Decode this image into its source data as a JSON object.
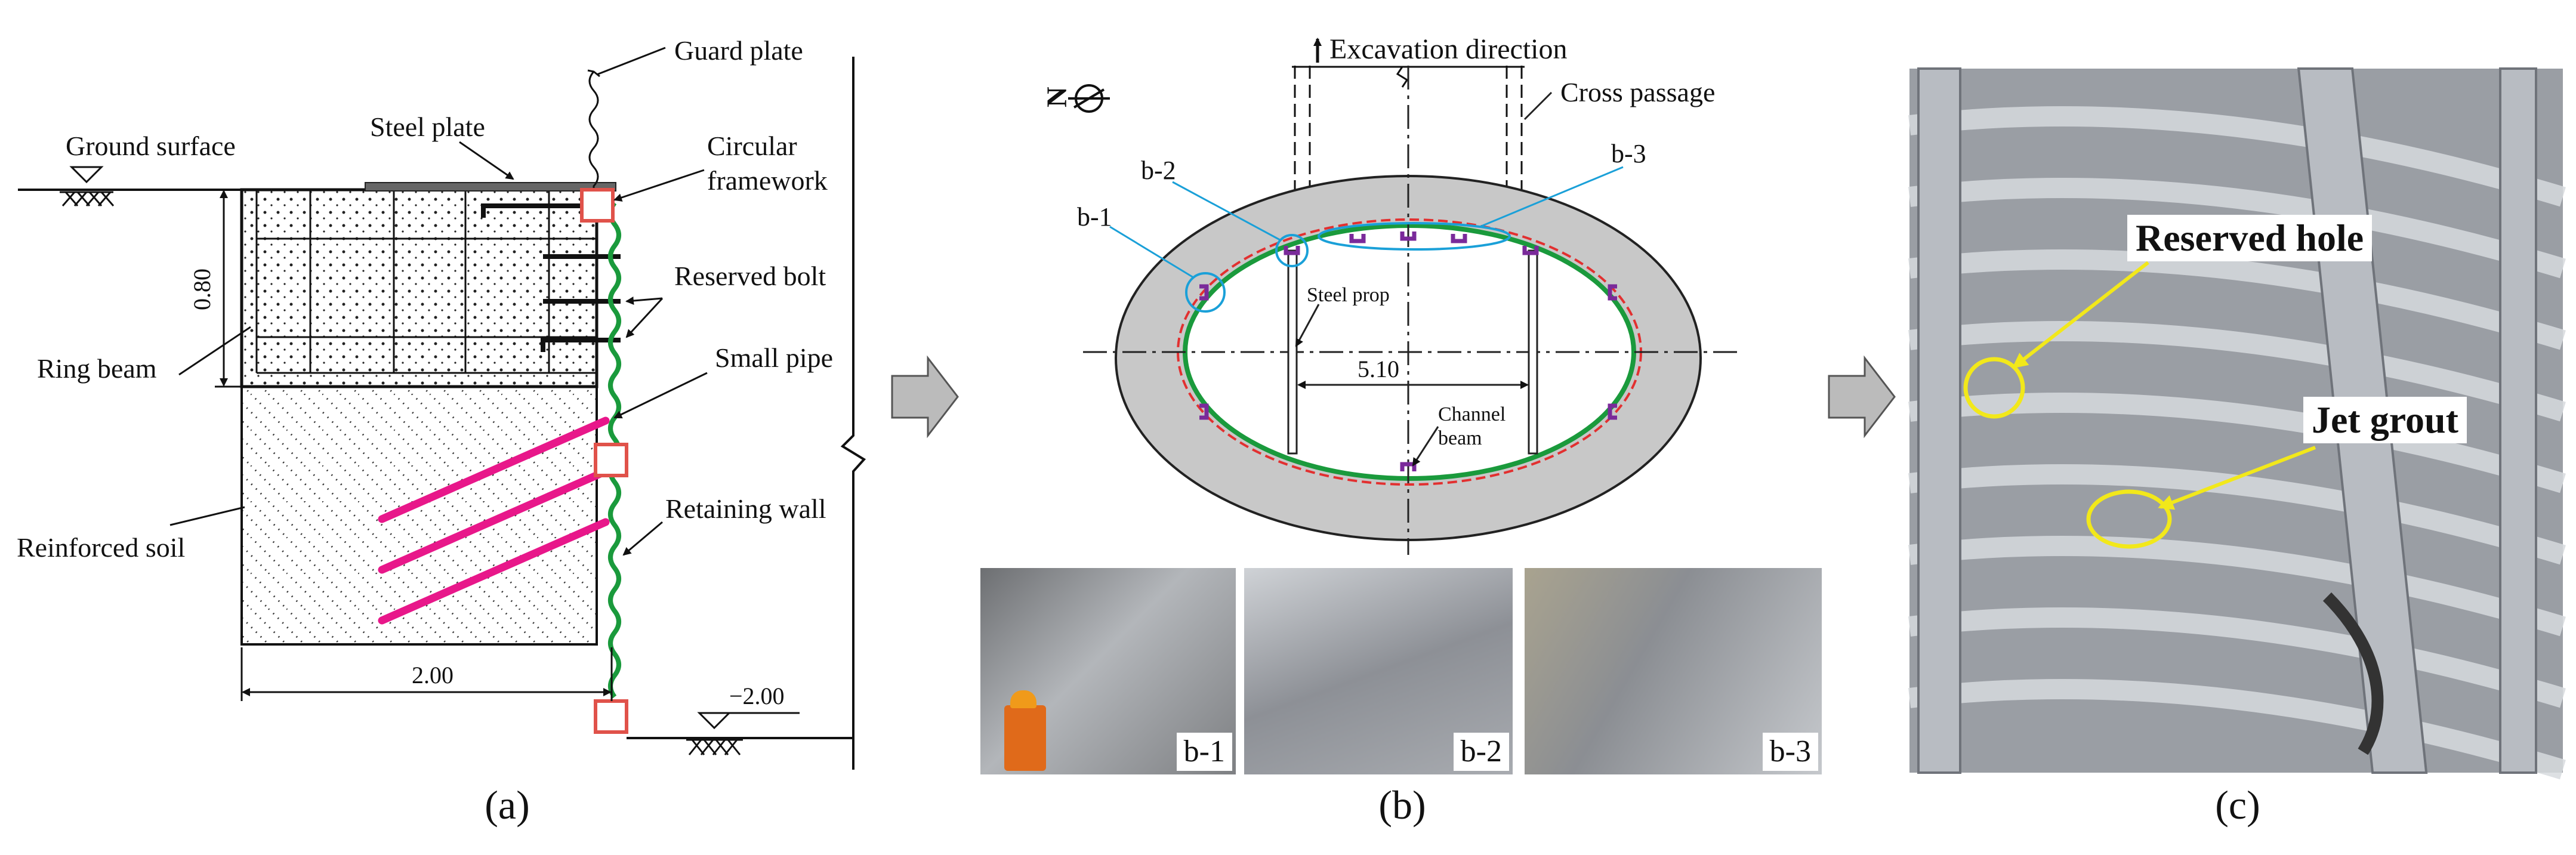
{
  "panel_a": {
    "guard_plate": "Guard plate",
    "steel_plate": "Steel plate",
    "ground_surface": "Ground surface",
    "circular_framework_1": "Circular",
    "circular_framework_2": "framework",
    "reserved_bolt": "Reserved bolt",
    "small_pipe": "Small pipe",
    "ring_beam": "Ring beam",
    "dim_height": "0.80",
    "retaining_wall": "Retaining wall",
    "reinforced_soil": "Reinforced soil",
    "dim_width": "2.00",
    "elevation": "−2.00",
    "caption": "(a)"
  },
  "panel_b": {
    "excavation_direction": "Excavation direction",
    "cross_passage": "Cross passage",
    "north": "N",
    "b1": "b-1",
    "b2": "b-2",
    "b3": "b-3",
    "steel_prop": "Steel prop",
    "span": "5.10",
    "channel_beam_1": "Channel",
    "channel_beam_2": "beam",
    "photo_tags": [
      "b-1",
      "b-2",
      "b-3"
    ],
    "caption": "(b)"
  },
  "panel_c": {
    "reserved_hole": "Reserved hole",
    "jet_grout": "Jet grout",
    "caption": "(c)"
  },
  "colors": {
    "pink": "#e8178a",
    "green": "#1a9a3c",
    "red_dashed": "#e23030",
    "purple": "#7a2a9a",
    "gray_ring": "#c8c8c8",
    "cyan": "#1aa0d8",
    "yellow": "#f2e81a",
    "framework_red": "#e0524a"
  }
}
